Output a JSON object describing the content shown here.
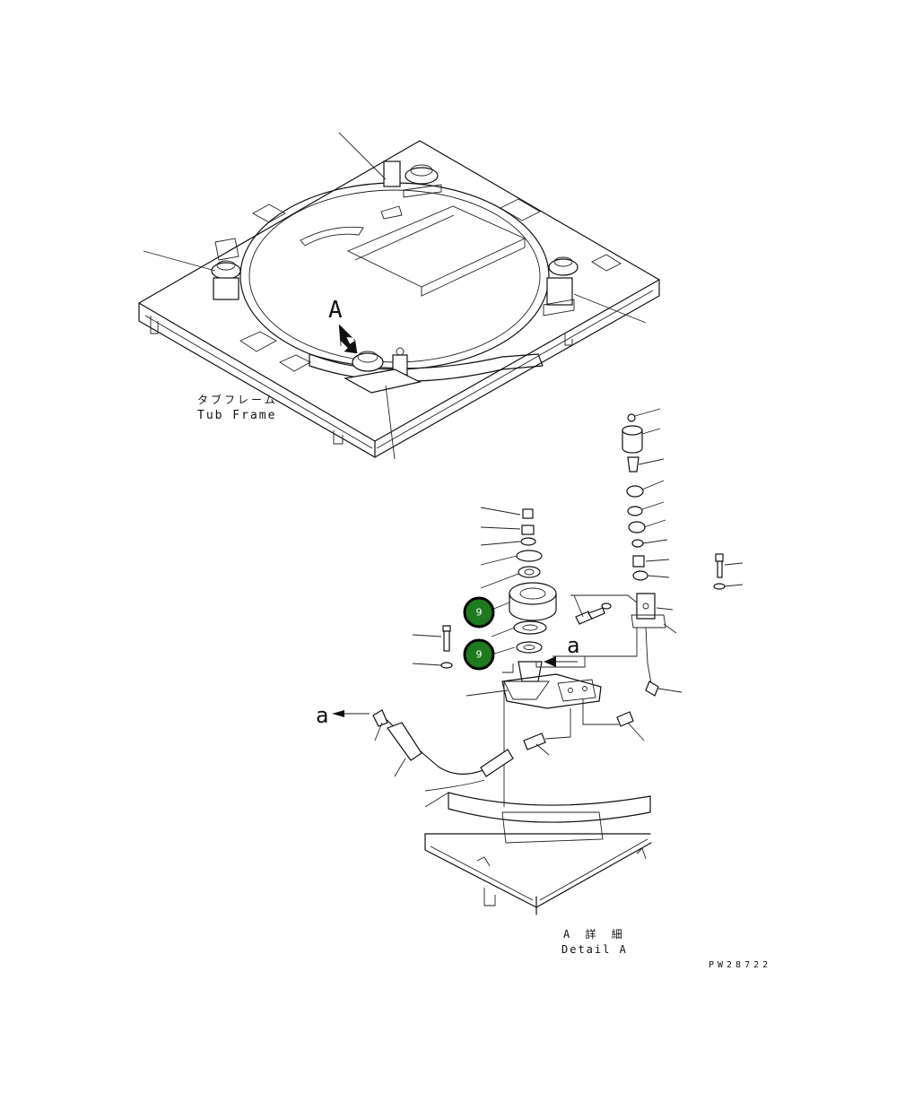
{
  "labels": {
    "view_arrow_upper": "A",
    "tub_frame_jp": "タブフレーム",
    "tub_frame_en": "Tub Frame",
    "detail_jp": "A 詳 細",
    "detail_en": "Detail A",
    "hose_ref_left": "a",
    "hose_ref_right": "a",
    "drawing_number": "PW28722"
  },
  "callouts": [
    {
      "number": "9"
    },
    {
      "number": "9"
    }
  ],
  "colors": {
    "callout_fill": "#1e7a1e",
    "callout_border": "#000000",
    "line": "#111111"
  }
}
